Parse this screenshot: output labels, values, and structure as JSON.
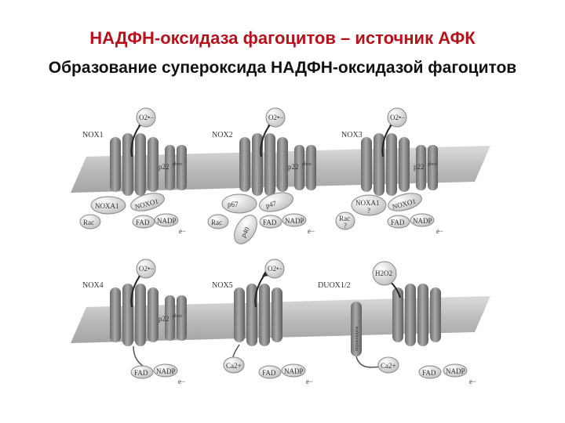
{
  "title": "НАДФН-оксидаза фагоцитов – источник АФК",
  "subtitle": "Образование супероксида НАДФН-оксидазой фагоцитов",
  "colors": {
    "title": "#b5121b",
    "membrane": "#b9b9b9",
    "cylinder": "#8c8c8c",
    "subunit": "#e0e0e0"
  },
  "panels": [
    {
      "name": "NOX1",
      "product": "O2•−",
      "p22": "p22",
      "phox": "phox",
      "org": "NOXO1",
      "act": "NOXA1",
      "rac": "Rac",
      "fad": "FAD",
      "nadp": "NADP",
      "e": "e−"
    },
    {
      "name": "NOX2",
      "product": "O2•−",
      "p22": "p22",
      "phox": "phox",
      "p67": "p67",
      "p47": "p47",
      "p40": "p40",
      "rac": "Rac",
      "fad": "FAD",
      "nadp": "NADP",
      "e": "e−"
    },
    {
      "name": "NOX3",
      "product": "O2•−",
      "p22": "p22",
      "phox": "phox",
      "org": "NOXO1",
      "act": "NOXA1",
      "q1": "?",
      "rac": "Rac",
      "q2": "?",
      "fad": "FAD",
      "nadp": "NADP",
      "e": "e−"
    },
    {
      "name": "NOX4",
      "product": "O2•−",
      "p22": "p22",
      "phox": "phox",
      "fad": "FAD",
      "nadp": "NADP",
      "e": "e−"
    },
    {
      "name": "NOX5",
      "product": "O2•−",
      "ca": "Ca2+",
      "fad": "FAD",
      "nadp": "NADP",
      "e": "e−"
    },
    {
      "name": "DUOX1/2",
      "product": "H2O2",
      "perox": "пероксидаза",
      "ca": "Ca2+",
      "fad": "FAD",
      "nadp": "NADP",
      "e": "e−"
    }
  ]
}
